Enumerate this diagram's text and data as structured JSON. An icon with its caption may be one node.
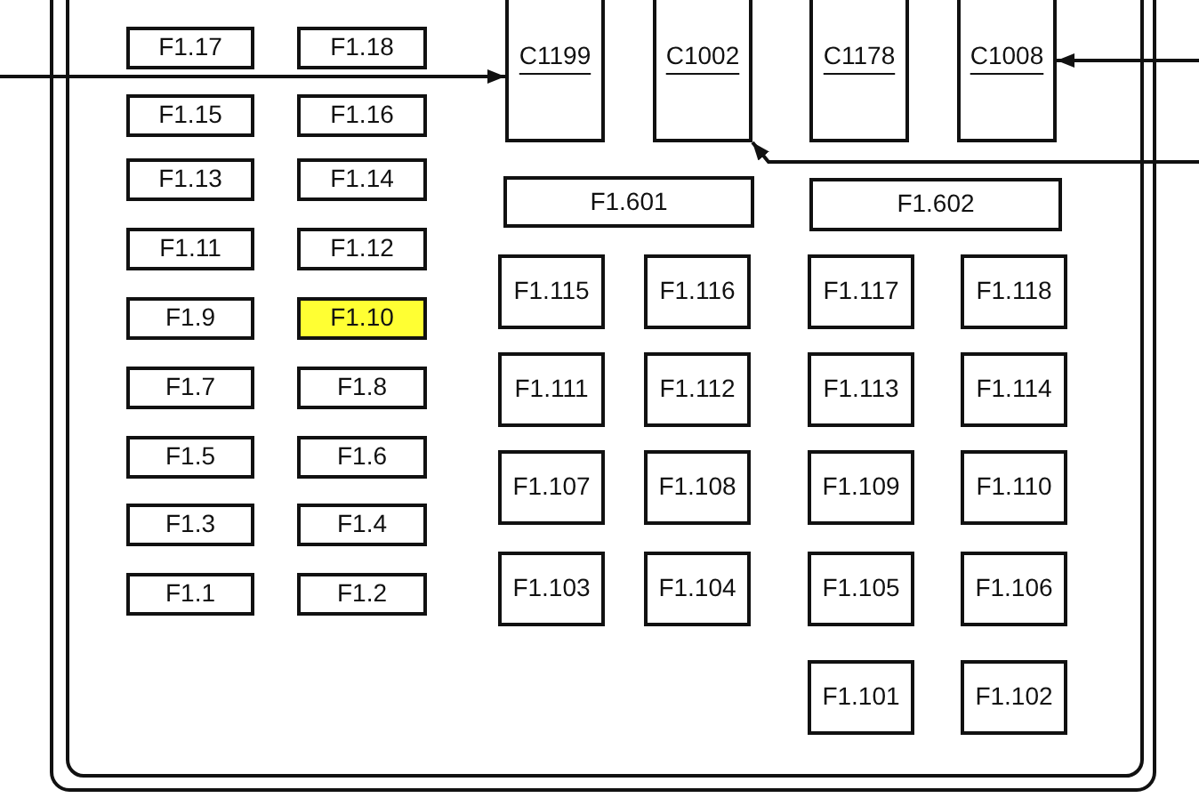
{
  "diagram": {
    "nodes": [
      {
        "text": [
          "F1.17"
        ]
      },
      {
        "text": [
          "F1.18"
        ]
      },
      {
        "text": [
          "F1.15"
        ]
      },
      {
        "text": [
          "F1.16"
        ]
      },
      {
        "text": [
          "F1.13"
        ]
      },
      {
        "text": [
          "F1.14"
        ]
      },
      {
        "text": [
          "F1.11"
        ]
      },
      {
        "text": [
          "F1.12"
        ]
      },
      {
        "text": [
          "F1.9"
        ]
      },
      {
        "text": [
          "F1.10"
        ]
      },
      {
        "text": [
          "F1.7"
        ]
      },
      {
        "text": [
          "F1.8"
        ]
      },
      {
        "text": [
          "F1.5"
        ]
      },
      {
        "text": [
          "F1.6"
        ]
      },
      {
        "text": [
          "F1.3"
        ]
      },
      {
        "text": [
          "F1.4"
        ]
      },
      {
        "text": [
          "F1.1"
        ]
      },
      {
        "text": [
          "F1.2"
        ]
      },
      {
        "text": [
          "C1199"
        ]
      },
      {
        "text": [
          "C1002"
        ]
      },
      {
        "text": [
          "C1178"
        ]
      },
      {
        "text": [
          "C1008"
        ]
      },
      {
        "text": [
          "F1.601"
        ]
      },
      {
        "text": [
          "F1.602"
        ]
      },
      {
        "text": [
          "F1.115"
        ]
      },
      {
        "text": [
          "F1.116"
        ]
      },
      {
        "text": [
          "F1.117"
        ]
      },
      {
        "text": [
          "F1.118"
        ]
      },
      {
        "text": [
          "F1.111"
        ]
      },
      {
        "text": [
          "F1.112"
        ]
      },
      {
        "text": [
          "F1.113"
        ]
      },
      {
        "text": [
          "F1.114"
        ]
      },
      {
        "text": [
          "F1.107"
        ]
      },
      {
        "text": [
          "F1.108"
        ]
      },
      {
        "text": [
          "F1.109"
        ]
      },
      {
        "text": [
          "F1.110"
        ]
      },
      {
        "text": [
          "F1.103"
        ]
      },
      {
        "text": [
          "F1.104"
        ]
      },
      {
        "text": [
          "F1.105"
        ]
      },
      {
        "text": [
          "F1.106"
        ]
      },
      {
        "text": [
          "F1.101"
        ]
      },
      {
        "text": [
          "F1.102"
        ]
      }
    ],
    "edges": [
      {
        "from": null,
        "to": 18,
        "arrow": "to"
      },
      {
        "from": null,
        "to": 21,
        "arrow": "to"
      },
      {
        "from": null,
        "to": 19,
        "arrow": "to"
      }
    ]
  }
}
